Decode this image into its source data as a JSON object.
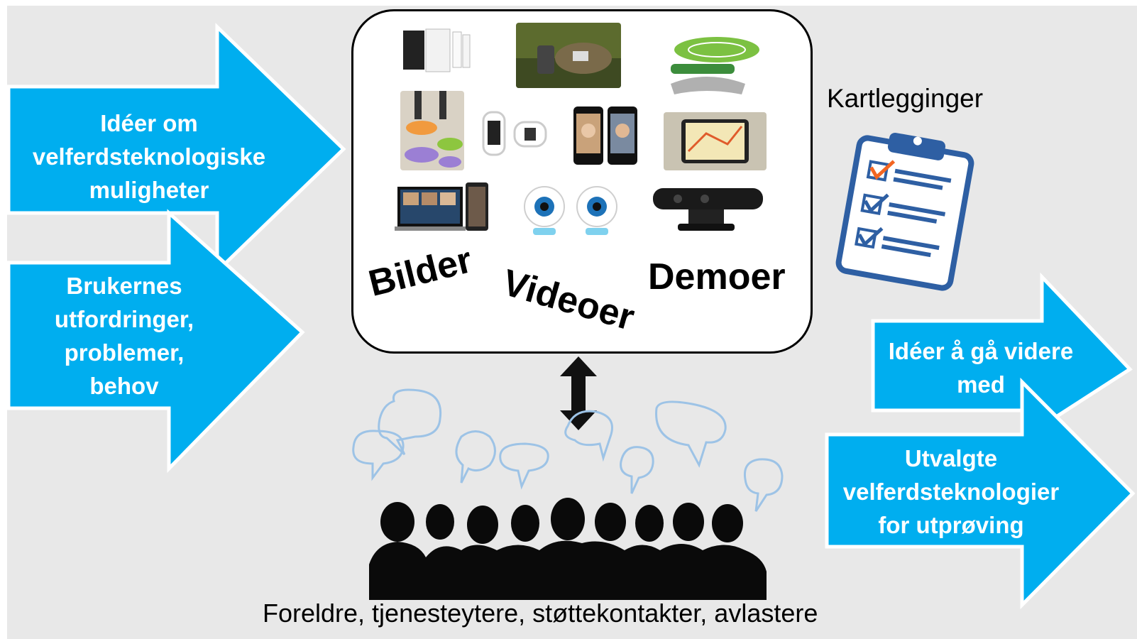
{
  "arrows": {
    "ideas": "Idéer om\nvelferdsteknologiske\nmuligheter",
    "users": "Brukernes\nutfordringer,\nproblemer,\nbehov",
    "forward": "Idéer å gå videre\nmed",
    "selected": "Utvalgte\nvelferdsteknologier\nfor utprøving"
  },
  "media_box": {
    "words": [
      "Bilder",
      "Videoer",
      "Demoer"
    ]
  },
  "survey": {
    "label": "Kartlegginger"
  },
  "participants": {
    "label": "Foreldre, tjenesteytere, støttekontakter, avlastere"
  },
  "colors": {
    "arrow_fill": "#00aeef",
    "arrow_border": "#ffffff",
    "speech_bubble": "#9dc3e6",
    "clipboard": "#2e5fa3"
  }
}
